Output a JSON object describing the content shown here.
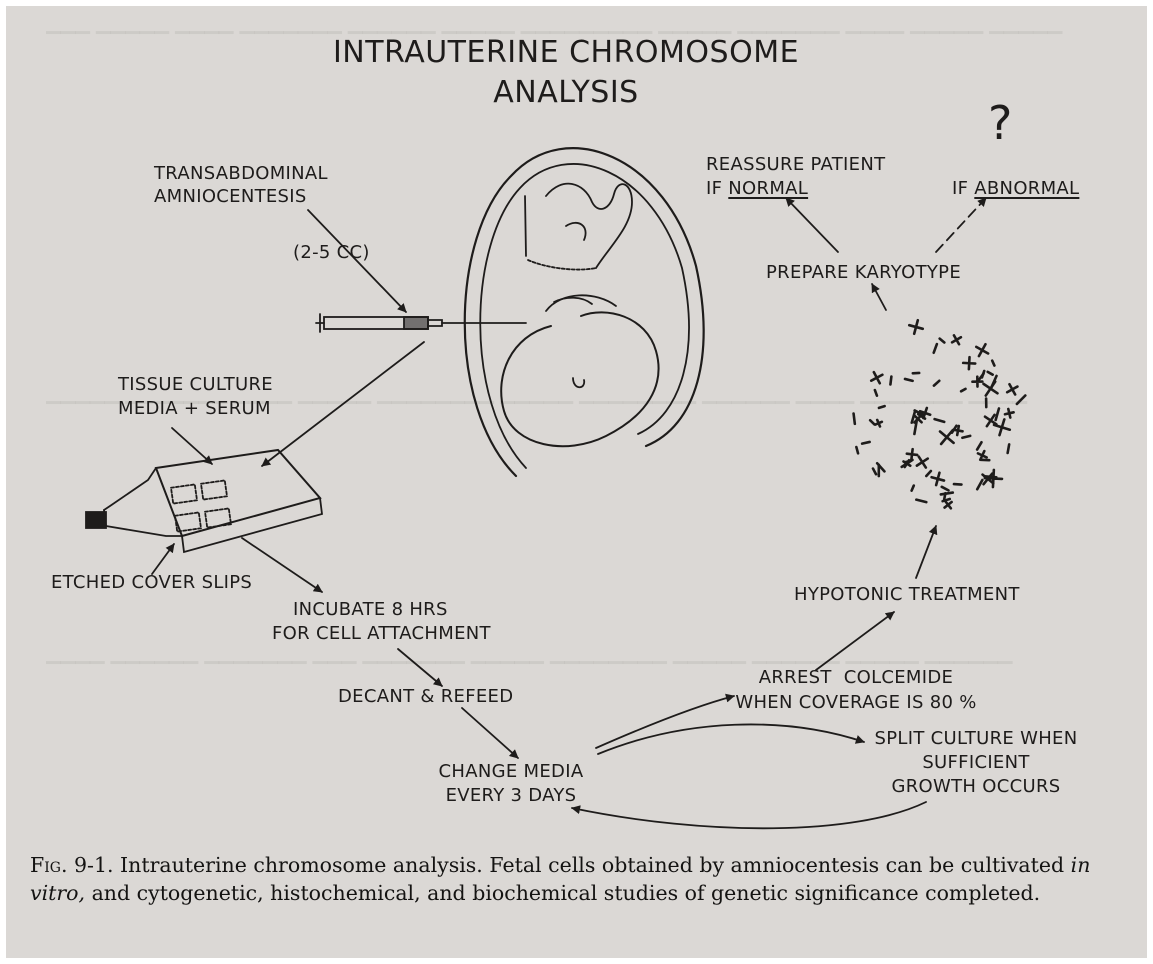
{
  "title": {
    "line1": "INTRAUTERINE CHROMOSOME",
    "line2": "ANALYSIS"
  },
  "labels": {
    "amnio_line1": "TRANSABDOMINAL",
    "amnio_line2": "AMNIOCENTESIS",
    "amnio_volume": "(2-5 CC)",
    "culture_line1": "TISSUE CULTURE",
    "culture_line2": "MEDIA + SERUM",
    "cover_slips": "ETCHED COVER SLIPS",
    "incubate_line1": "INCUBATE 8 HRS",
    "incubate_line2": "FOR CELL ATTACHMENT",
    "decant": "DECANT & REFEED",
    "change_line1": "CHANGE MEDIA",
    "change_line2": "EVERY 3 DAYS",
    "split_line1": "SPLIT CULTURE WHEN",
    "split_line2": "SUFFICIENT",
    "split_line3": "GROWTH OCCURS",
    "arrest_line1": "ARREST  COLCEMIDE",
    "arrest_line2": "WHEN COVERAGE IS 80 %",
    "hypotonic": "HYPOTONIC TREATMENT",
    "karyotype": "PREPARE KARYOTYPE",
    "reassure_line1": "REASSURE PATIENT",
    "reassure_line2_prefix": "IF ",
    "reassure_line2_underlined": "NORMAL",
    "abnormal_prefix": "IF ",
    "abnormal_underlined": "ABNORMAL",
    "question_mark": "?"
  },
  "caption": {
    "fig_label": "Fig.",
    "fig_number": " 9-1.",
    "text_part1": "  Intrauterine chromosome analysis. Fetal cells obtained by amniocentesis can be cultivated ",
    "text_italic": "in vitro,",
    "text_part2": " and cytogenetic, histochemical, and biochemical studies of genetic significance completed."
  },
  "colors": {
    "paper": "#dbd8d5",
    "ink": "#1e1c1b",
    "frame": "#ffffff"
  },
  "icons": [
    "syringe-icon",
    "uterus-fetus-drawing",
    "culture-flask-icon",
    "chromosome-spread-drawing"
  ]
}
